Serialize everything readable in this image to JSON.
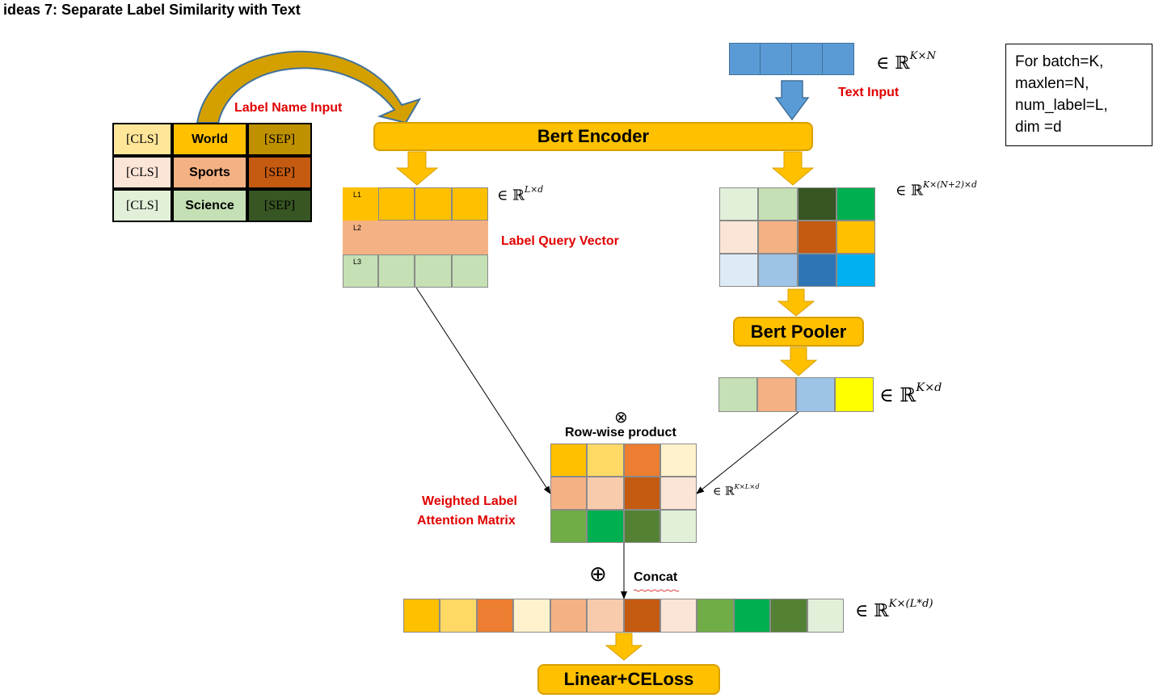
{
  "title": "ideas 7: Separate Label Similarity with Text",
  "labels": {
    "label_name_input": "Label Name Input",
    "text_input": "Text Input",
    "label_query_vector": "Label Query Vector",
    "weighted_label_line1": "Weighted Label",
    "weighted_label_line2": "Attention Matrix",
    "row_wise_product": "Row-wise product",
    "concat": "Concat",
    "otimes": "⊗",
    "oplus": "⊕"
  },
  "blocks": {
    "bert_encoder": "Bert Encoder",
    "bert_pooler": "Bert Pooler",
    "linear_celoss": "Linear+CELoss"
  },
  "note": {
    "line1": "For batch=K,",
    "line2": "maxlen=N,",
    "line3": "num_label=L,",
    "line4": "dim =d"
  },
  "math": {
    "in_symbol": "∈",
    "reals": "ℝ",
    "text_input_dim": "K×N",
    "label_query_dim": "L×d",
    "encoder_out_dim": "K×(N+2)×d",
    "pooler_out_dim": "K×d",
    "attention_dim": "K×L×d",
    "concat_dim": "K×(L*d)"
  },
  "label_tokens": [
    {
      "cls": "[CLS]",
      "name": "World",
      "sep": "[SEP]"
    },
    {
      "cls": "[CLS]",
      "name": "Sports",
      "sep": "[SEP]"
    },
    {
      "cls": "[CLS]",
      "name": "Science",
      "sep": "[SEP]"
    }
  ],
  "label_query_rows": [
    "L1",
    "L2",
    "L3"
  ],
  "colors": {
    "gold": "#ffc000",
    "gold_light": "#ffd966",
    "orange": "#ed7d31",
    "cream": "#fff2cc",
    "peach": "#f4b183",
    "peach_light": "#f8cbad",
    "rust": "#c55a11",
    "peach_pale": "#fbe5d6",
    "green_light": "#a9d18e",
    "green": "#70ad47",
    "green_bright": "#00b050",
    "green_dark": "#548235",
    "green_pale": "#e2f0d9",
    "green_darkest": "#375623",
    "blue": "#5b9bd5",
    "blue_pale": "#deebf7",
    "blue_light": "#9dc3e6",
    "blue_mid": "#2e75b6",
    "cyan": "#00b0f0",
    "yellow": "#ffff00"
  }
}
